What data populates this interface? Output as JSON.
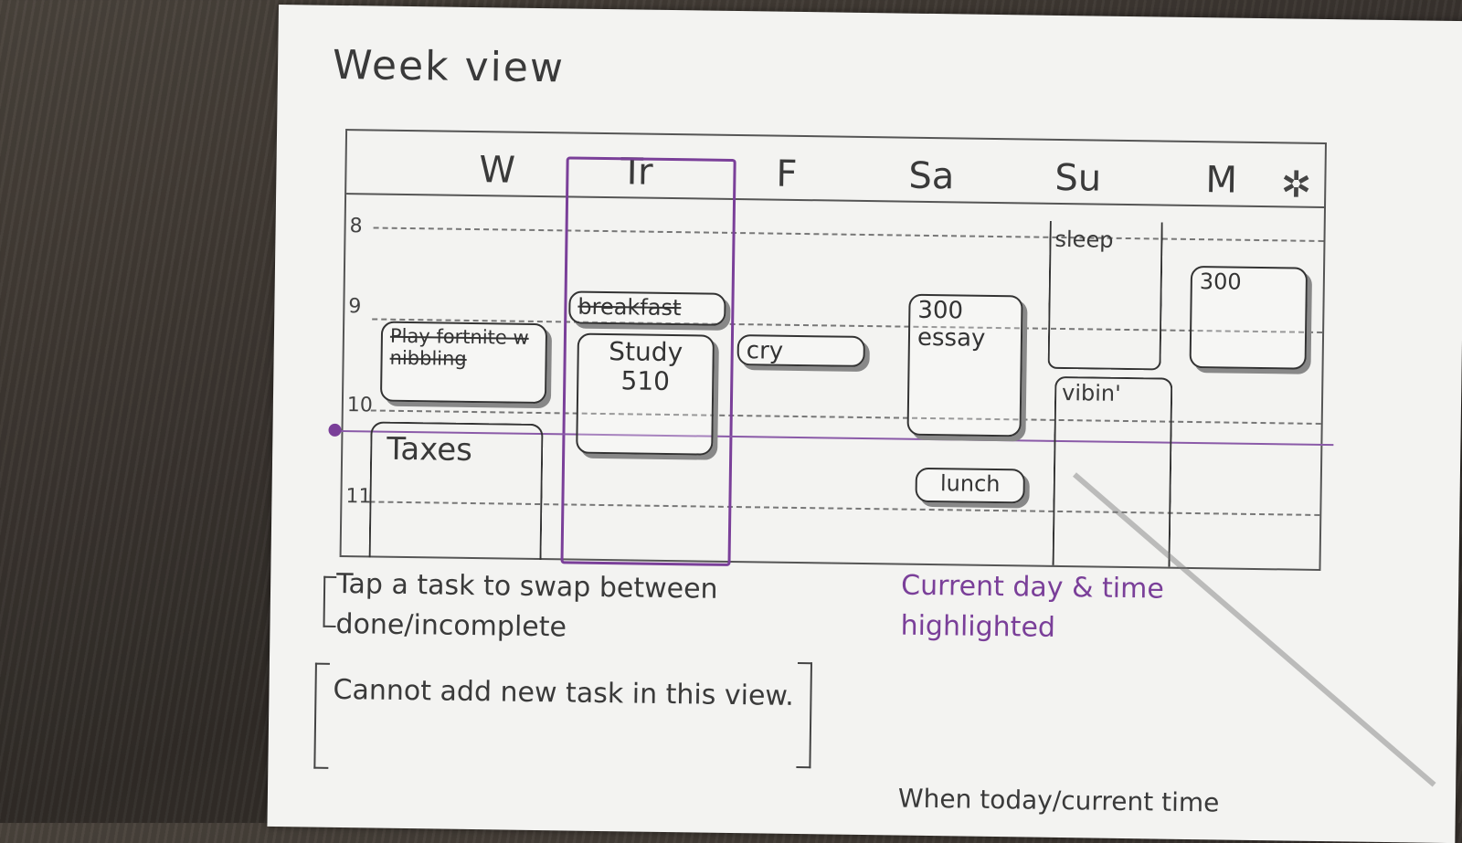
{
  "title": "Week view",
  "days": [
    "W",
    "Tr",
    "F",
    "Sa",
    "Su",
    "M"
  ],
  "hours": [
    "8",
    "9",
    "10",
    "11"
  ],
  "tasks": {
    "play": "Play fortnite w nibbling",
    "breakfast": "breakfast",
    "study": "Study 510",
    "cry": "cry",
    "essay": "300 essay",
    "sleep": "sleep",
    "vibin": "vibin'",
    "taxes": "Taxes",
    "lunch": "lunch",
    "m300": "300"
  },
  "notes": {
    "tap": "Tap a task to swap between done/incomplete",
    "cannot": "Cannot add new task in this view.",
    "current": "Current day & time highlighted",
    "bottom": "When today/current time"
  },
  "colors": {
    "highlight": "#7a3f99",
    "ink": "#3a3a3a",
    "paper": "#f3f3f1"
  },
  "icons": {
    "settings": "gear-icon"
  }
}
